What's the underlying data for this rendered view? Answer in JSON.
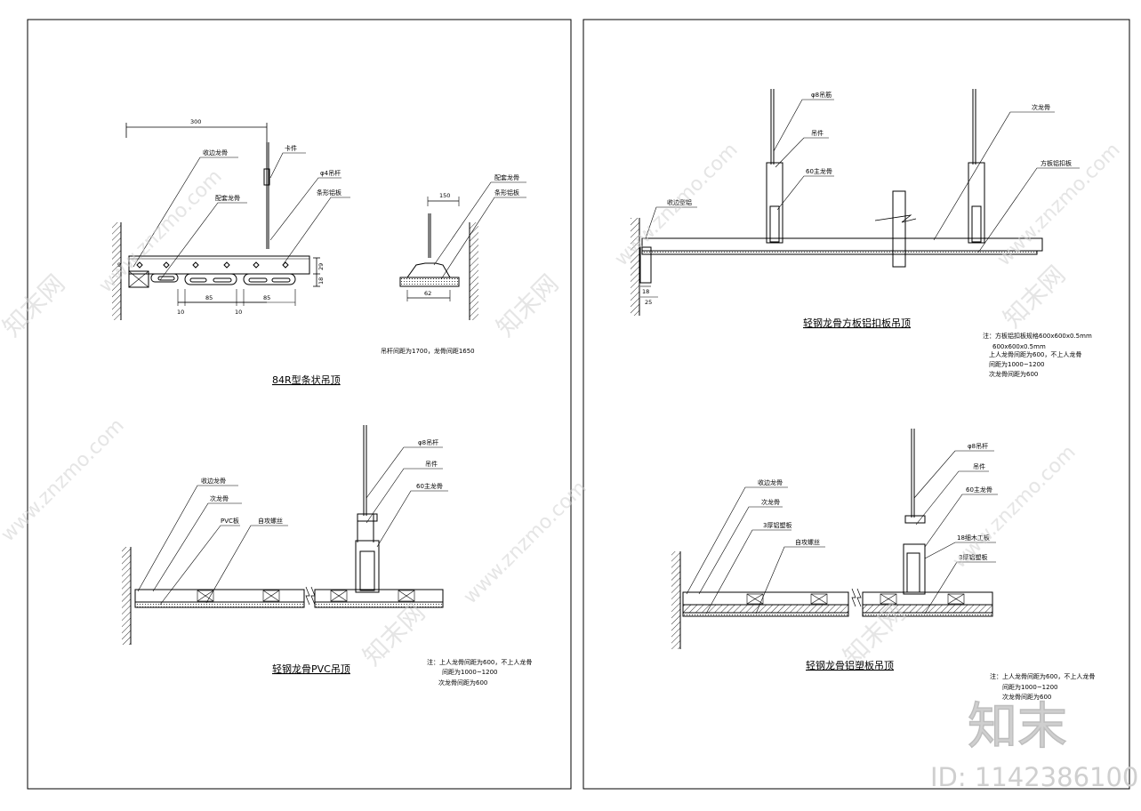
{
  "panel_left": {
    "d1": {
      "title": "84R型条状吊顶",
      "labels": {
        "shoubian": "收边龙骨",
        "peitao": "配套龙骨",
        "kajian": "卡件",
        "diaogan": "φ4吊杆",
        "tiaoxing": "条形铝板",
        "peitao2": "配套龙骨",
        "tiaoxing2": "条形铝板"
      },
      "dims": {
        "w300": "300",
        "w150": "150",
        "w62": "62",
        "h29": "29",
        "h18": "18",
        "d10a": "10",
        "d85a": "85",
        "d10b": "10",
        "d85b": "85",
        "d9": "9"
      },
      "note": "吊杆间距为1700，龙骨间距1650"
    },
    "d2": {
      "title": "轻钢龙骨PVC吊顶",
      "labels": {
        "shoubian": "收边龙骨",
        "ci": "次龙骨",
        "pvc": "PVC板",
        "zigong": "自攻螺丝",
        "diaogan": "φ8吊杆",
        "diaojian": "吊件",
        "zhu": "60主龙骨"
      },
      "note": [
        "注：上人龙骨间距为600，不上人龙骨",
        "间距为1000~1200",
        "次龙骨间距为600"
      ]
    }
  },
  "panel_right": {
    "d3": {
      "title": "轻钢龙骨方板铝扣板吊顶",
      "labels": {
        "diaojin": "φ8吊筋",
        "diaojian": "吊件",
        "zhu": "60主龙骨",
        "shoubian": "收边型铝",
        "ci": "次龙骨",
        "fangban": "方板铝扣板"
      },
      "dims": {
        "d18": "18",
        "d25": "25"
      },
      "note": [
        "注：方板铝扣板规格600x600x0.5mm",
        "600x600x0.5mm",
        "上人龙骨间距为600，不上人龙骨",
        "间距为1000~1200",
        "次龙骨间距为600"
      ]
    },
    "d4": {
      "title": "轻钢龙骨铝塑板吊顶",
      "labels": {
        "shoubian": "收边龙骨",
        "ci": "次龙骨",
        "lvsu": "3厚铝塑板",
        "zigong": "自攻螺丝",
        "diaogan": "φ8吊杆",
        "diaojian": "吊件",
        "zhu": "60主龙骨",
        "xmg": "18细木工板",
        "lvsu2": "3厚铝塑板"
      },
      "note": [
        "注：上人龙骨间距为600，不上人龙骨",
        "间距为1000~1200",
        "次龙骨间距为600"
      ]
    }
  },
  "watermark": {
    "brand": "知末",
    "id": "ID: 1142386100",
    "site": "www.znzmo.com",
    "cn": "知末网"
  }
}
